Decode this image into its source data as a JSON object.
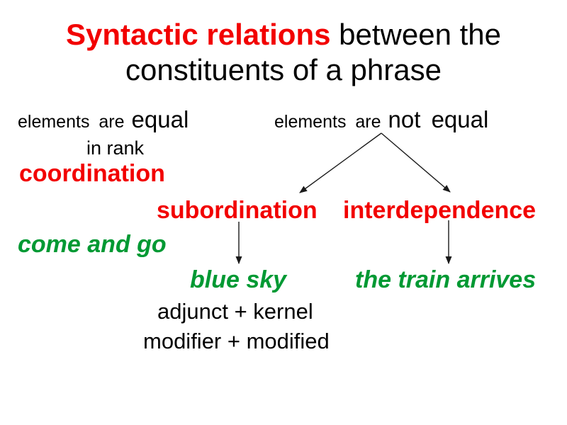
{
  "colors": {
    "red": "#f20000",
    "green": "#009933",
    "black": "#000000"
  },
  "title": {
    "highlight": "Syntactic relations",
    "rest": " between the",
    "line2": "constituents of a phrase"
  },
  "equal_branch": {
    "condition_prefix": "elements are",
    "condition_emphasis": "equal",
    "condition_suffix": "in rank",
    "relation": "coordination",
    "example": "come and go"
  },
  "unequal_branch": {
    "condition_prefix": "elements are",
    "condition_emphasis": "not equal",
    "subordination": {
      "relation": "subordination",
      "example": "blue sky",
      "pattern_line1": "adjunct + kernel",
      "pattern_line2": "modifier + modified"
    },
    "interdependence": {
      "relation": "interdependence",
      "example": "the train arrives"
    }
  }
}
